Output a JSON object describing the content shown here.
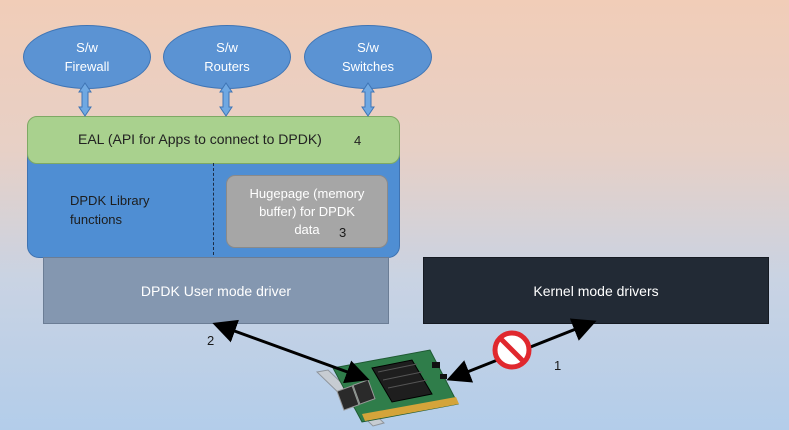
{
  "apps": [
    {
      "line1": "S/w",
      "line2": "Firewall"
    },
    {
      "line1": "S/w",
      "line2": "Routers"
    },
    {
      "line1": "S/w",
      "line2": "Switches"
    }
  ],
  "eal": {
    "label": "EAL (API for Apps to connect to DPDK)",
    "number": "4"
  },
  "library": {
    "line1": "DPDK Library",
    "line2": "functions"
  },
  "hugepage": {
    "line1": "Hugepage (memory",
    "line2": "buffer) for DPDK",
    "line3": "data",
    "number": "3"
  },
  "user_driver": {
    "label": "DPDK User mode driver",
    "number": "2"
  },
  "kernel_driver": {
    "label": "Kernel mode drivers",
    "number": "1"
  },
  "colors": {
    "app_ellipse": "#5b93d3",
    "eal_green": "#a9d18e",
    "core_blue": "#4f8ed3",
    "hugepage_gray": "#a6a6a6",
    "user_driver": "#8497b0",
    "kernel_driver": "#222a35",
    "blocked_red": "#e0282e"
  }
}
